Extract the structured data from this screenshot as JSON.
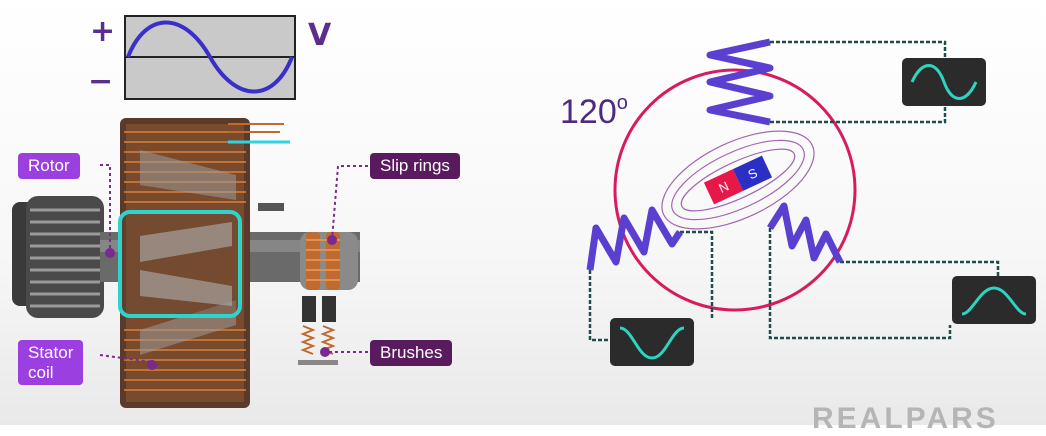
{
  "voltage_indicator": {
    "plus": "+",
    "minus": "−",
    "unit": "V"
  },
  "labels": {
    "rotor": "Rotor",
    "stator_coil_line1": "Stator",
    "stator_coil_line2": "coil",
    "slip_rings": "Slip rings",
    "brushes": "Brushes"
  },
  "phase_angle": {
    "value": "120",
    "unit": "o"
  },
  "magnet": {
    "north": "N",
    "south": "S"
  },
  "brand": "REALPARS",
  "colors": {
    "sine_wave": "#3a2fc8",
    "coil": "#5b3fd0",
    "ring": "#d81b60",
    "rotor_outline": "#2dd4cc",
    "copper": "#b5602c",
    "scope_wave": "#2dd4c0",
    "wire": "#1f4d4d"
  }
}
